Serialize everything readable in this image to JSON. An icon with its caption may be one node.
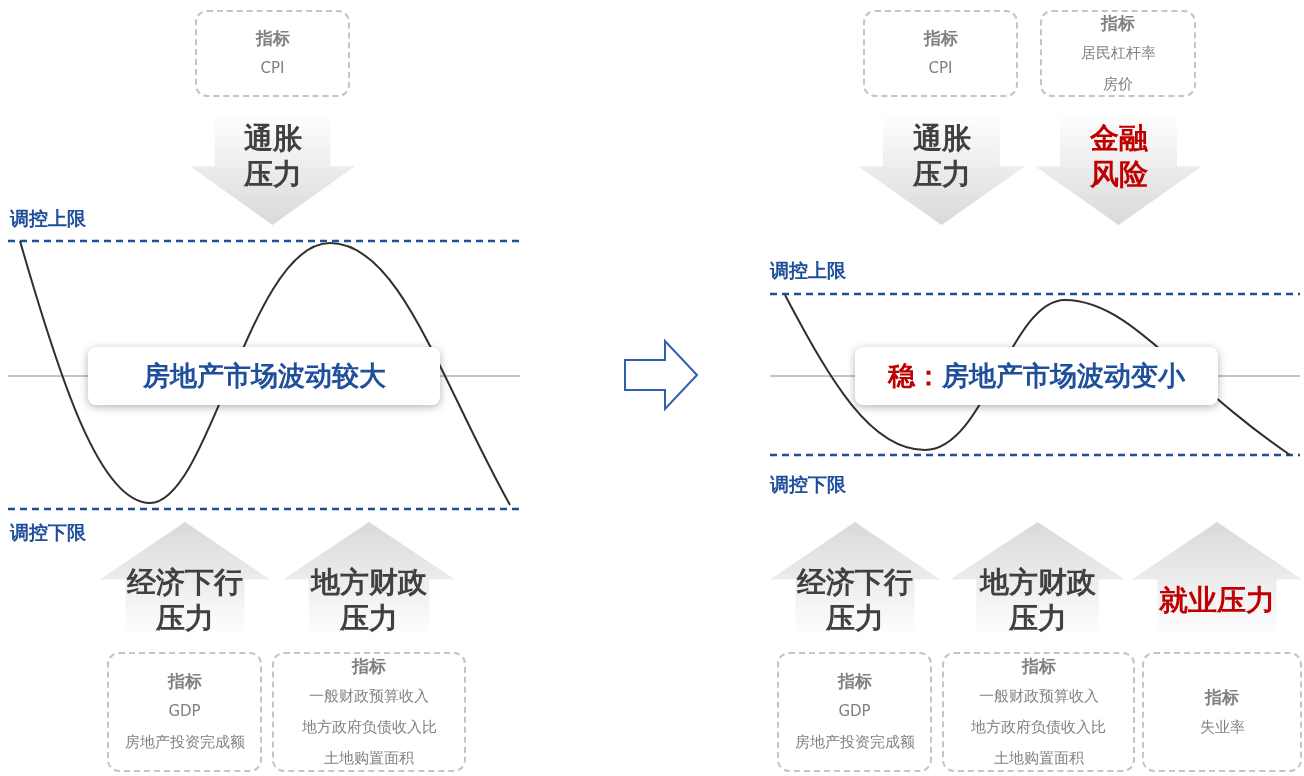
{
  "diagram": {
    "nodes": [
      {
        "text": [
          "指标",
          "CPI"
        ]
      },
      {
        "text": [
          "通胀压力"
        ]
      },
      {
        "text": [
          "房地产市场波动较大"
        ]
      },
      {
        "text": [
          "经济下行压力"
        ]
      },
      {
        "text": [
          "地方财政压力"
        ]
      },
      {
        "text": [
          "指标",
          "GDP",
          "房地产投资完成额"
        ]
      },
      {
        "text": [
          "指标",
          "一般财政预算收入",
          "地方政府负债收入比",
          "土地购置面积"
        ]
      },
      {
        "text": [
          "指标",
          "CPI"
        ]
      },
      {
        "text": [
          "指标",
          "居民杠杆率",
          "房价"
        ]
      },
      {
        "text": [
          "通胀压力"
        ]
      },
      {
        "text": [
          "金融风险"
        ]
      },
      {
        "text": [
          "稳：",
          "房地产市场波动变小"
        ]
      },
      {
        "text": [
          "经济下行压力"
        ]
      },
      {
        "text": [
          "地方财政压力"
        ]
      },
      {
        "text": [
          "就业压力"
        ]
      },
      {
        "text": [
          "指标",
          "GDP",
          "房地产投资完成额"
        ]
      },
      {
        "text": [
          "指标",
          "一般财政预算收入",
          "地方政府负债收入比",
          "土地购置面积"
        ]
      },
      {
        "text": [
          "指标",
          "失业率"
        ]
      }
    ],
    "labels": [
      "调控上限",
      "调控下限",
      "调控上限",
      "调控下限"
    ]
  }
}
